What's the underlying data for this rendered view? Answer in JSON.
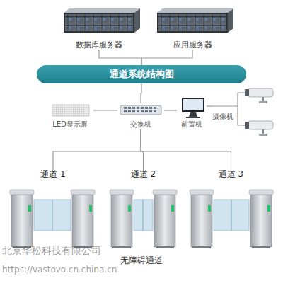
{
  "diagram": {
    "nodes": [
      {
        "text": [
          "数据库服务器"
        ]
      },
      {
        "text": [
          "应用服务器"
        ]
      },
      {
        "text": [
          "通道系统结构图"
        ]
      },
      {
        "text": [
          "LED显示屏"
        ]
      },
      {
        "text": [
          "交换机"
        ]
      },
      {
        "text": [
          "前置机"
        ]
      },
      {
        "text": [
          "摄像机"
        ]
      },
      {
        "text": [
          "通道 1"
        ]
      },
      {
        "text": [
          "通道 2"
        ]
      },
      {
        "text": [
          "通道 3"
        ]
      }
    ],
    "edges": [
      {
        "from": 0,
        "to": 2,
        "arrow": "none"
      },
      {
        "from": 1,
        "to": 2,
        "arrow": "none"
      },
      {
        "from": 2,
        "to": 4,
        "arrow": "none"
      },
      {
        "from": 4,
        "to": 3,
        "arrow": "none"
      },
      {
        "from": 4,
        "to": 5,
        "arrow": "none"
      },
      {
        "from": 5,
        "to": 6,
        "arrow": "none"
      },
      {
        "from": 4,
        "to": 7,
        "arrow": "none"
      },
      {
        "from": 4,
        "to": 8,
        "arrow": "none"
      },
      {
        "from": 4,
        "to": 9,
        "arrow": "none"
      }
    ],
    "labels": [
      "无障碍通道",
      "北京华松科技有限公司",
      "https://vastovo.cn.china.cn"
    ]
  }
}
